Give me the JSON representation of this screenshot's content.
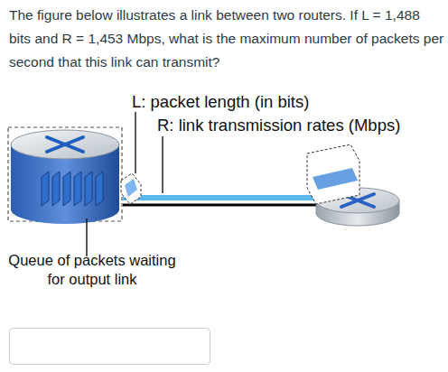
{
  "diagram": {
    "labels": [
      "The figure below illustrates a link between two routers. If L = 1,488 bits and R = 1,453 Mbps, what is the maximum number of packets per second that this link can transmit?",
      "L: packet length (in bits)",
      "R: link transmission rates (Mbps)",
      "Queue of packets waiting for output link"
    ]
  }
}
